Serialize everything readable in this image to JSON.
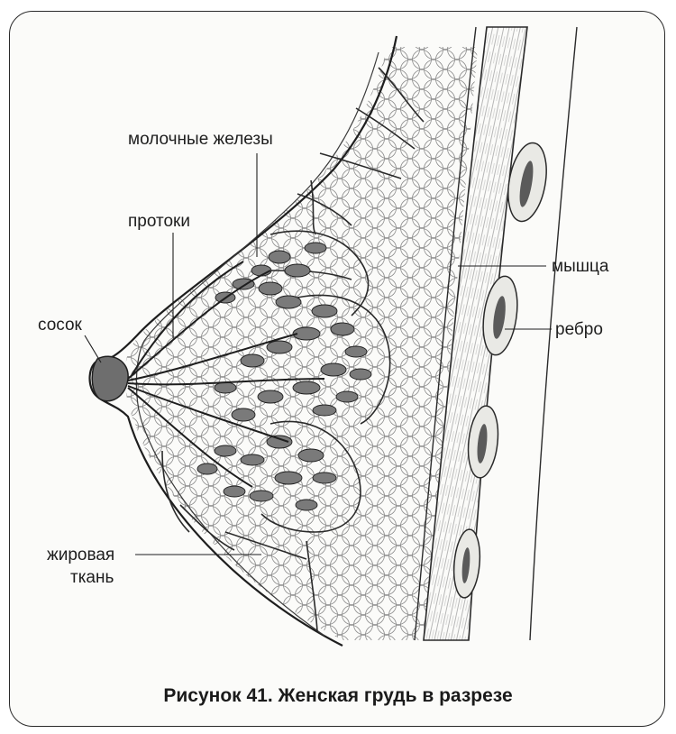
{
  "labels": {
    "glands": "молочные железы",
    "ducts": "протоки",
    "nipple": "сосок",
    "muscle": "мышца",
    "rib": "ребро",
    "fat": "жировая",
    "fat2": "ткань"
  },
  "caption": "Рисунок 41. Женская грудь в разрезе",
  "colors": {
    "ink": "#1e1e1e",
    "paper": "#fbfbf9",
    "shade": "#6b6b6b"
  }
}
